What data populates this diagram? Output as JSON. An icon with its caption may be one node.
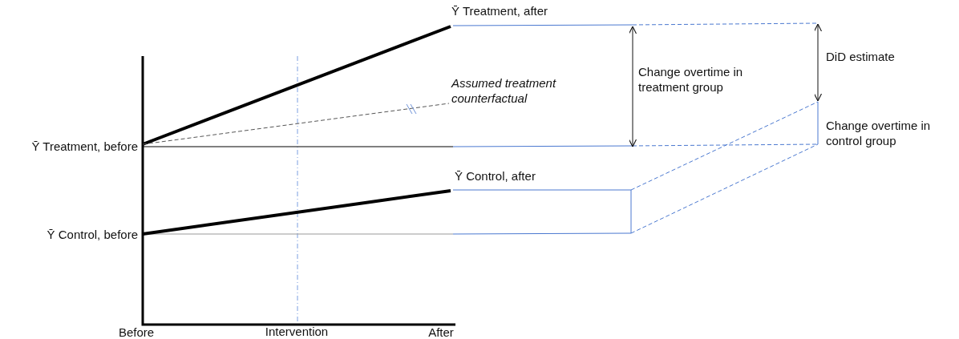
{
  "diagram": {
    "labels": [
      "Ȳ Treatment, after",
      "Assumed treatment counterfactual",
      "Change overtime in treatment group",
      "DiD estimate",
      "Ȳ Treatment, before",
      "Change overtime in control group",
      "Ȳ Control, after",
      "Ȳ Control, before",
      "Before",
      "Intervention",
      "After"
    ]
  }
}
